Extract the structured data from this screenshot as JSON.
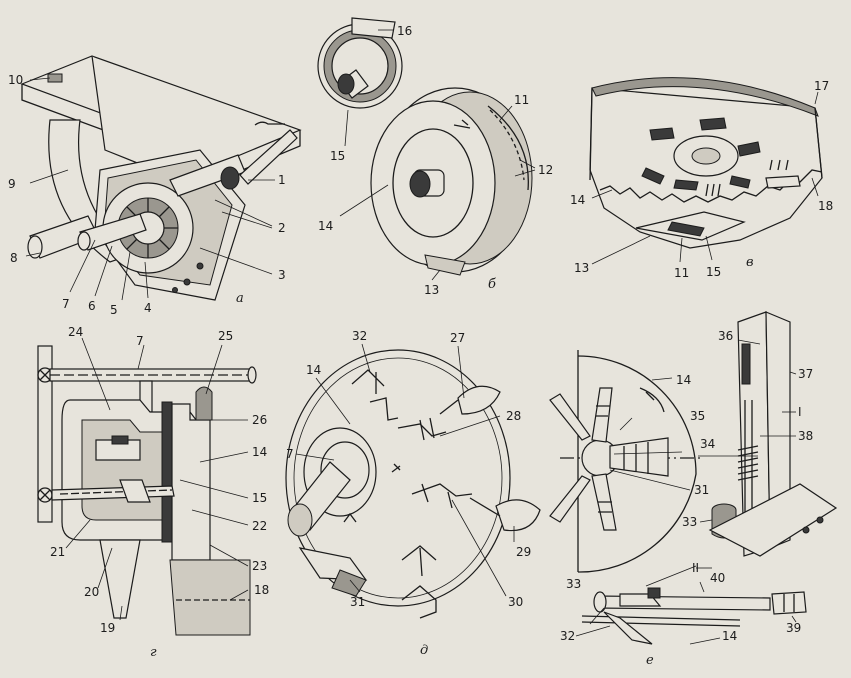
{
  "figure": {
    "panels": [
      {
        "id": "a",
        "caption": "а"
      },
      {
        "id": "b",
        "caption": "б"
      },
      {
        "id": "v",
        "caption": "в"
      },
      {
        "id": "g",
        "caption": "г"
      },
      {
        "id": "d",
        "caption": "д"
      },
      {
        "id": "e",
        "caption": "е"
      }
    ],
    "callouts": {
      "a": [
        "1",
        "2",
        "3",
        "4",
        "5",
        "6",
        "7",
        "8",
        "9",
        "10"
      ],
      "b": [
        "11",
        "12",
        "13",
        "14",
        "15",
        "16"
      ],
      "v": [
        "11",
        "13",
        "14",
        "15",
        "17",
        "18"
      ],
      "g": [
        "7",
        "14",
        "15",
        "18",
        "19",
        "20",
        "21",
        "22",
        "23",
        "24",
        "25",
        "26"
      ],
      "d": [
        "7",
        "14",
        "27",
        "28",
        "29",
        "30",
        "31",
        "32"
      ],
      "e": [
        "14",
        "31",
        "32",
        "33",
        "33",
        "34",
        "35",
        "36",
        "37",
        "38",
        "39",
        "40",
        "I",
        "II"
      ]
    }
  }
}
